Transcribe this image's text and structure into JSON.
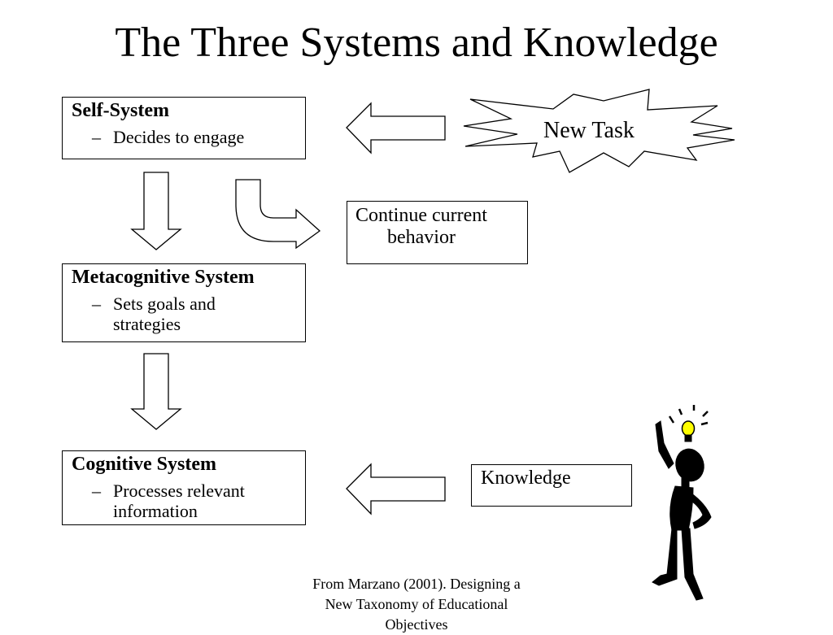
{
  "title": "The Three Systems and Knowledge",
  "systems": [
    {
      "heading": "Self-System",
      "bullet_lines": [
        "Decides to engage"
      ]
    },
    {
      "heading": "Metacognitive System",
      "bullet_lines": [
        "Sets goals and",
        "strategies"
      ]
    },
    {
      "heading": "Cognitive System",
      "bullet_lines": [
        "Processes relevant",
        "information"
      ]
    }
  ],
  "bullet_marker": "–",
  "new_task_label": "New Task",
  "continue_lines": [
    "Continue current",
    "behavior"
  ],
  "knowledge_label": "Knowledge",
  "caption_lines": [
    "From Marzano (2001). Designing a",
    "New Taxonomy of Educational",
    "Objectives"
  ],
  "colors": {
    "stroke": "#000000",
    "bulb": "#ffff00",
    "figure": "#000000"
  },
  "icons": [
    "left-arrow-icon",
    "down-arrow-icon",
    "bent-arrow-icon",
    "explosion-burst-icon",
    "idea-person-icon",
    "lightbulb-icon"
  ]
}
